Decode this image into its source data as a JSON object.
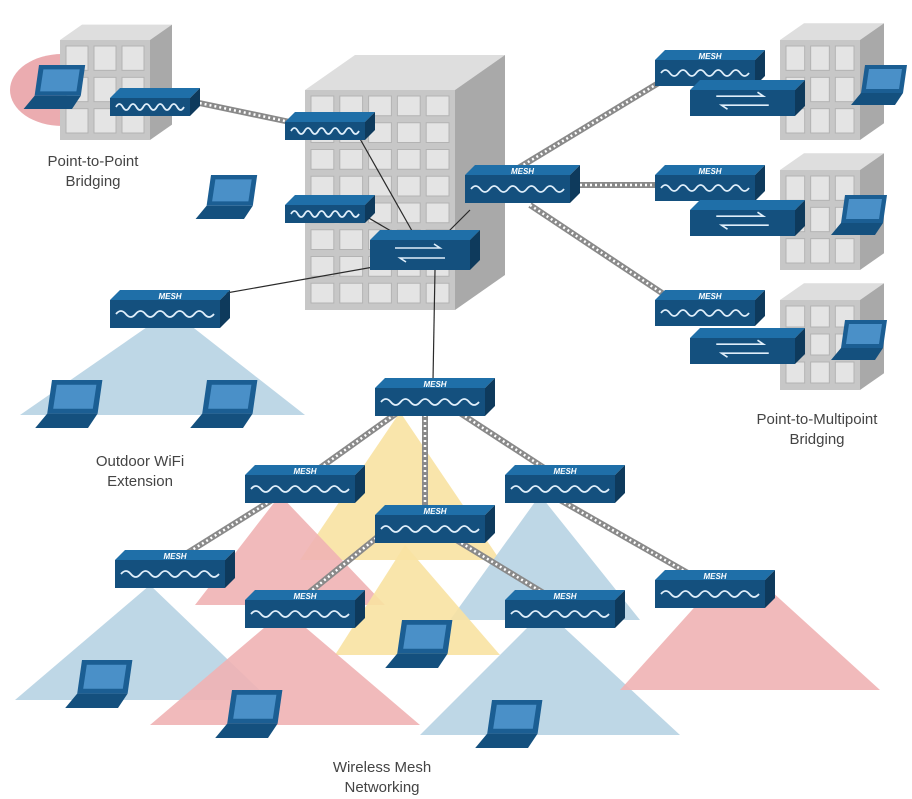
{
  "colors": {
    "device_top": "#1f6fa8",
    "device_front": "#14507e",
    "device_side": "#0e3a5c",
    "wave": "#dfeefa",
    "building_front": "#c7c7c7",
    "building_side": "#a9a9a9",
    "window": "#e4e4e4",
    "link_backhaul": "#8a8a8a",
    "link_wired": "#2a2a2a",
    "coverage_blue": "#b7d3e3",
    "coverage_pink": "#f0b2b4",
    "coverage_yellow": "#f8e2a2",
    "p2p_highlight": "#e49095",
    "laptop_body": "#1b5e93",
    "laptop_screen": "#4a90c8"
  },
  "device_label": "MESH",
  "captions": {
    "point_to_point": [
      "Point-to-Point",
      "Bridging"
    ],
    "point_to_multipoint": [
      "Point-to-Multipoint",
      "Bridging"
    ],
    "outdoor_wifi": [
      "Outdoor WiFi",
      "Extension"
    ],
    "wireless_mesh": [
      "Wireless Mesh",
      "Networking"
    ]
  }
}
